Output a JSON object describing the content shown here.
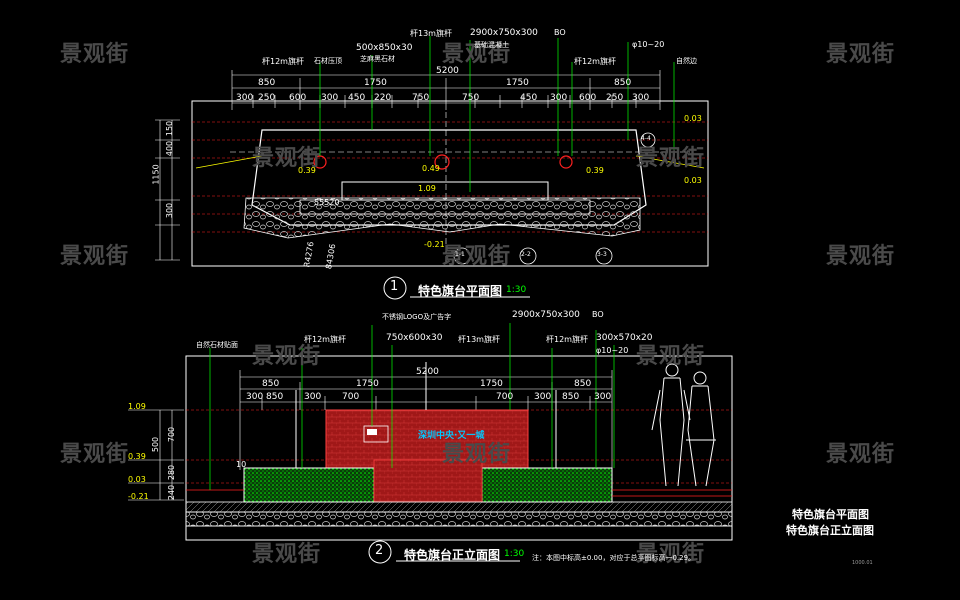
{
  "watermark": "景观街",
  "plan": {
    "title": "特色旗台平面图",
    "number": "1",
    "scale": "1:30",
    "top_dims": [
      "850",
      "1750",
      "1750",
      "850"
    ],
    "total_dim": "5200",
    "sub_dims": [
      "300",
      "250",
      "600",
      "300",
      "450",
      "220",
      "750",
      "750",
      "450",
      "300",
      "600",
      "250",
      "300"
    ],
    "left_dims": [
      "150",
      "400",
      "1150",
      "300"
    ],
    "callouts": {
      "flagpole_12m_left": "杆12m旗杆",
      "flagpole_13m": "杆13m旗杆",
      "stone_500": "500x850x30",
      "stone_500_note": "芝麻黑石材",
      "block_2900": "2900x750x300",
      "block_note": "基础混凝土",
      "bo": "BO",
      "flagpole_12m_right": "杆12m旗杆",
      "gravel": "φ10~20",
      "corner_note": "自然边",
      "note_a": "石材压顶"
    },
    "levels": [
      "0.39",
      "0.49",
      "0.39",
      "1.09",
      "-0.21",
      "0.03",
      "0.03"
    ],
    "dims_misc": [
      "55520",
      "R4276",
      "84306"
    ],
    "section_marks": [
      "1-1",
      "2-2",
      "3-3",
      "4-4"
    ]
  },
  "elevation": {
    "title": "特色旗台正立面图",
    "number": "2",
    "scale": "1:30",
    "note": "注：本图中标高±0.00，对应于总平图标高一0.29。",
    "top_dims": [
      "850",
      "1750",
      "1750",
      "850"
    ],
    "total_dim": "5200",
    "sub_dims": [
      "300",
      "850",
      "300",
      "700",
      "700",
      "300",
      "850",
      "300"
    ],
    "left_levels": [
      "1.09",
      "0.39",
      "0.03",
      "-0.21"
    ],
    "left_dims": [
      "700",
      "500",
      "280",
      "240"
    ],
    "callouts": {
      "logo": "不锈钢LOGO及广告字",
      "panel": "750x600x30",
      "panel_note": "杆13m旗杆",
      "flagpole_12m_left": "杆12m旗杆",
      "block_2900": "2900x750x300",
      "bo": "BO",
      "stone_300": "300x570x20",
      "gravel": "φ10~20",
      "flagpole_12m_right": "杆12m旗杆",
      "far_left": "自然石材贴面"
    },
    "sign_text": "深圳中央·又一城",
    "level_10": "10"
  },
  "legend": {
    "line1": "特色旗台平面图",
    "line2": "特色旗台正立面图"
  },
  "corner_code": "1000.01",
  "colors": {
    "background": "#000000",
    "white": "#ffffff",
    "yellow": "#ffff00",
    "green": "#00ff00",
    "red": "#ff2020",
    "brick": "#c82828",
    "cyan": "#00c8ff",
    "watermark": "#4a4a4a"
  }
}
